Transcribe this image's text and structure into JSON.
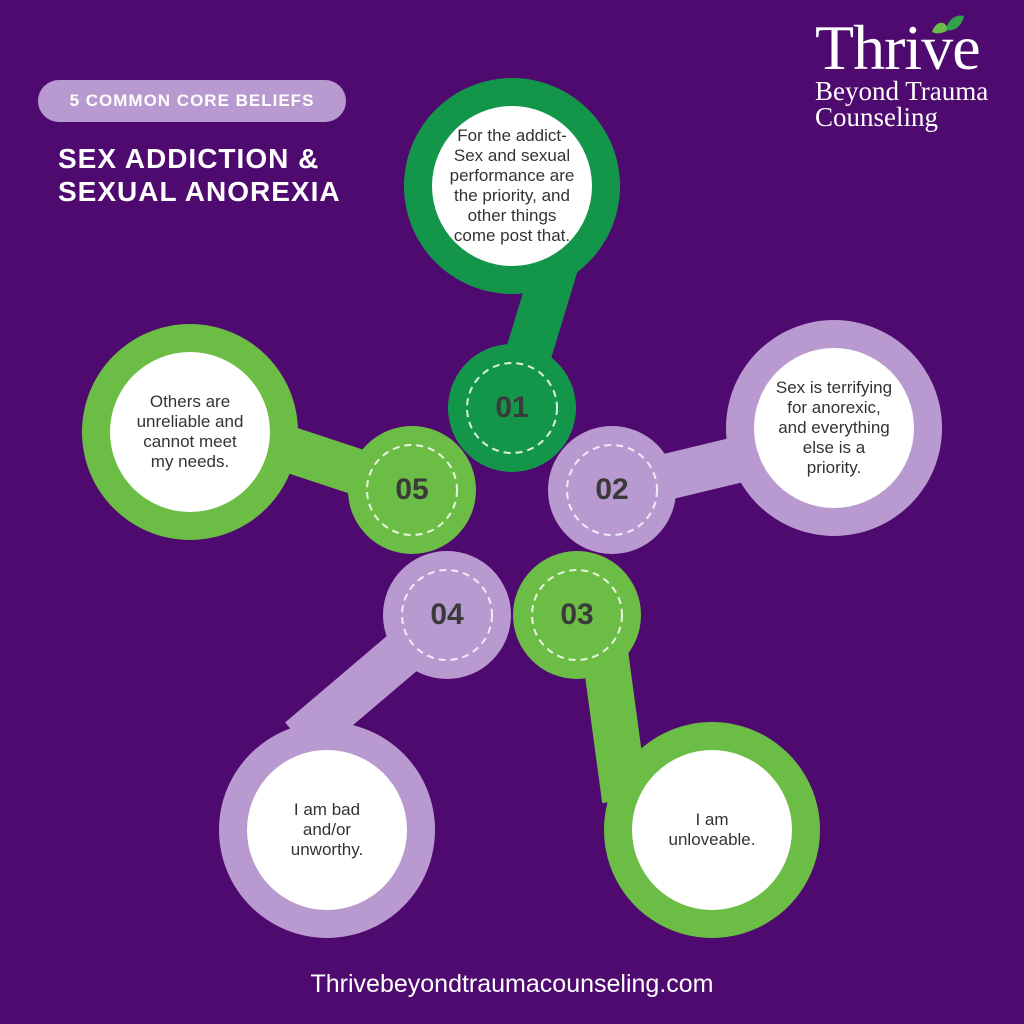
{
  "header": {
    "pill_label": "5 COMMON CORE BELIEFS",
    "title": "SEX ADDICTION &\nSEXUAL ANOREXIA"
  },
  "logo": {
    "name": "Thrive",
    "subtitle": "Beyond Trauma\nCounseling"
  },
  "colors": {
    "background": "#4f0a6f",
    "dark_green": "#13964a",
    "light_green": "#6cbd45",
    "lavender": "#b99ad0"
  },
  "beliefs": [
    {
      "number": "01",
      "text": "For the addict-\nSex and sexual\nperformance are\nthe priority, and\nother things\ncome post that."
    },
    {
      "number": "02",
      "text": "Sex is terrifying\nfor anorexic,\nand everything\nelse is a\npriority."
    },
    {
      "number": "03",
      "text": "I am\nunloveable."
    },
    {
      "number": "04",
      "text": "I am bad\nand/or\nunworthy."
    },
    {
      "number": "05",
      "text": "Others are\nunreliable and\ncannot meet\nmy needs."
    }
  ],
  "footer": {
    "website": "Thrivebeyondtraumacounseling.com"
  }
}
